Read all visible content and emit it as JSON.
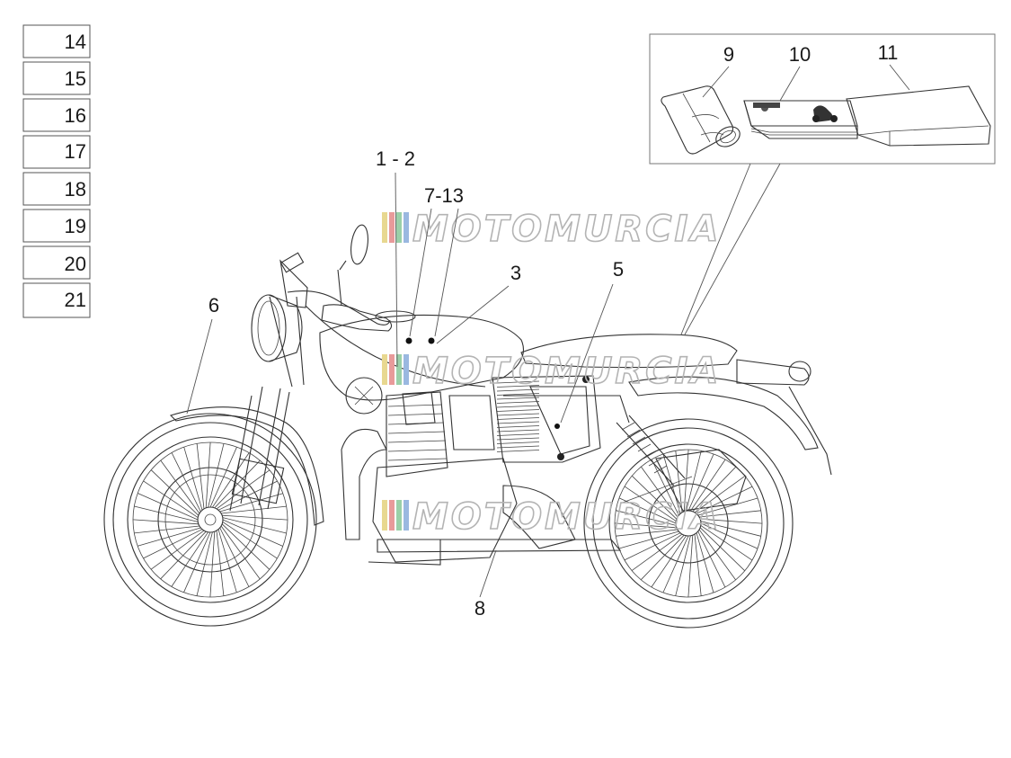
{
  "side_list": [
    "14",
    "15",
    "16",
    "17",
    "18",
    "19",
    "20",
    "21"
  ],
  "callouts": {
    "c1_2": "1 - 2",
    "c7_13": "7-13",
    "c3": "3",
    "c5": "5",
    "c6": "6",
    "c8": "8",
    "c9": "9",
    "c10": "10",
    "c11": "11"
  },
  "watermark": "MOTOMURCIA",
  "colors": {
    "line": "#333333",
    "watermark_stripe_1": "#e8d890",
    "watermark_stripe_2": "#e89a9a",
    "watermark_stripe_3": "#9ad0a8",
    "watermark_stripe_4": "#9ab8e0"
  }
}
